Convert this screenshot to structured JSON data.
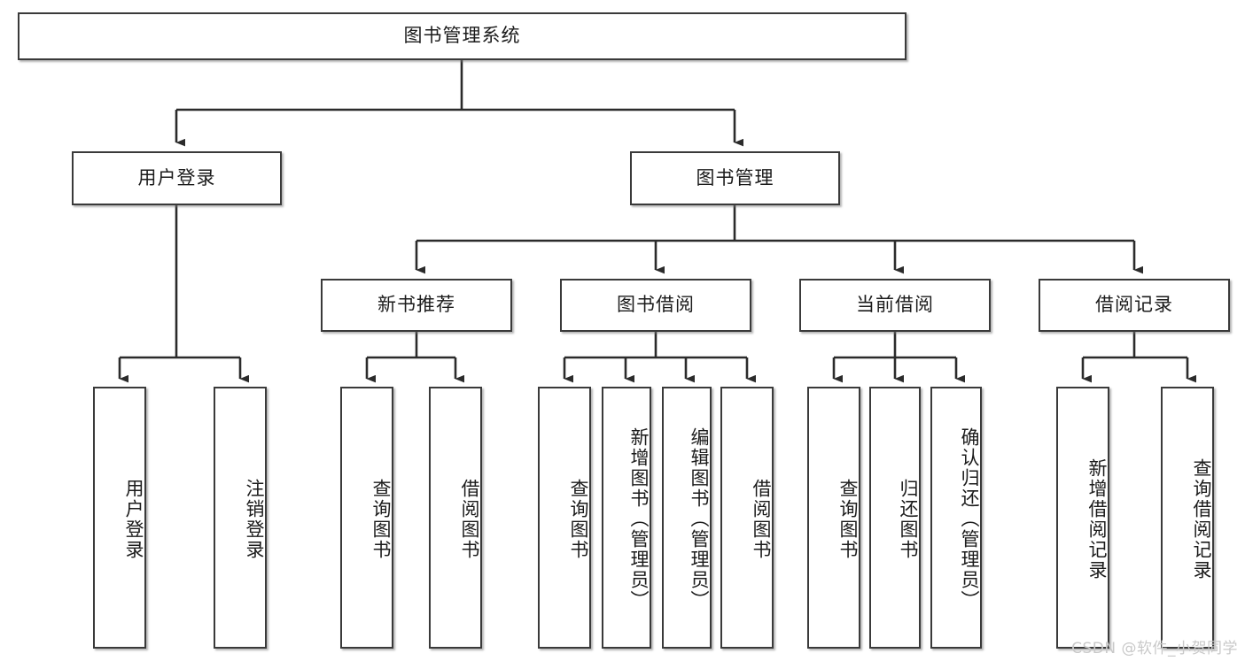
{
  "diagram": {
    "title": "图书管理系统",
    "watermark": "CSDN @软件_小贺同学",
    "root": {
      "id": "root",
      "label": "图书管理系统"
    },
    "level1": [
      {
        "id": "user-login",
        "label": "用户登录"
      },
      {
        "id": "book-management",
        "label": "图书管理"
      }
    ],
    "level2": [
      {
        "id": "new-book-recommend",
        "label": "新书推荐"
      },
      {
        "id": "book-borrow",
        "label": "图书借阅"
      },
      {
        "id": "current-borrow",
        "label": "当前借阅"
      },
      {
        "id": "borrow-record",
        "label": "借阅记录"
      }
    ],
    "leaves": {
      "user_login": [
        {
          "id": "leaf-user-login",
          "label": "用户登录"
        },
        {
          "id": "leaf-user-logout",
          "label": "注销登录"
        }
      ],
      "new_book_recommend": [
        {
          "id": "leaf-query-book-1",
          "label": "查询图书"
        },
        {
          "id": "leaf-borrow-book-1",
          "label": "借阅图书"
        }
      ],
      "book_borrow": [
        {
          "id": "leaf-query-book-2",
          "label": "查询图书"
        },
        {
          "id": "leaf-add-book",
          "label": "新增图书（管理员）"
        },
        {
          "id": "leaf-edit-book",
          "label": "编辑图书（管理员）"
        },
        {
          "id": "leaf-borrow-book-2",
          "label": "借阅图书"
        }
      ],
      "current_borrow": [
        {
          "id": "leaf-query-book-3",
          "label": "查询图书"
        },
        {
          "id": "leaf-return-book",
          "label": "归还图书"
        },
        {
          "id": "leaf-confirm-return",
          "label": "确认归还（管理员）"
        }
      ],
      "borrow_record": [
        {
          "id": "leaf-add-record",
          "label": "新增借阅记录"
        },
        {
          "id": "leaf-query-record",
          "label": "查询借阅记录"
        }
      ]
    },
    "colors": {
      "border": "#3a3a3a",
      "background": "#ffffff",
      "text": "#1b1b1b",
      "edge": "#2b2b2b",
      "watermark": "#c9c9c9"
    }
  }
}
